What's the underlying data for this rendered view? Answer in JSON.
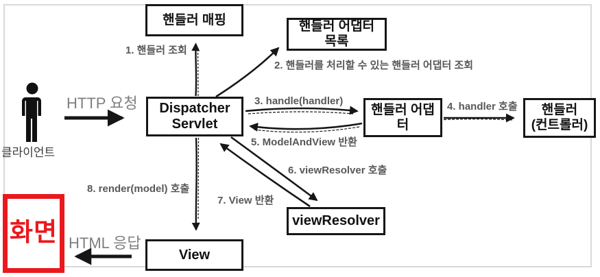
{
  "colors": {
    "box_border": "#161616",
    "arrow": "#161616",
    "step_label_text": "#57585a",
    "io_label_text": "#7d7f82",
    "accent_red": "#e9191e",
    "frame_gray": "#d9d9d9"
  },
  "actor": {
    "label": "클라이언트"
  },
  "boxes": {
    "handler_mapping": "핸들러 매핑",
    "handler_adapter_list": "핸들러 어댑터\n목록",
    "dispatcher_servlet": "Dispatcher\nServlet",
    "handler_adapter": "핸들러 어댑터",
    "handler_controller": "핸들러\n(컨트롤러)",
    "view_resolver": "viewResolver",
    "view": "View",
    "screen": "화면"
  },
  "labels": {
    "http_request": "HTTP 요청",
    "html_response": "HTML 응답",
    "step1": "1. 핸들러 조회",
    "step2": "2. 핸들러를 처리할 수 있는 핸들러 어댑터 조회",
    "step3": "3. handle(handler)",
    "step4": "4. handler 호출",
    "step5": "5. ModelAndView 반환",
    "step6": "6. viewResolver 호출",
    "step7": "7. View 반환",
    "step8": "8. render(model) 호출"
  }
}
